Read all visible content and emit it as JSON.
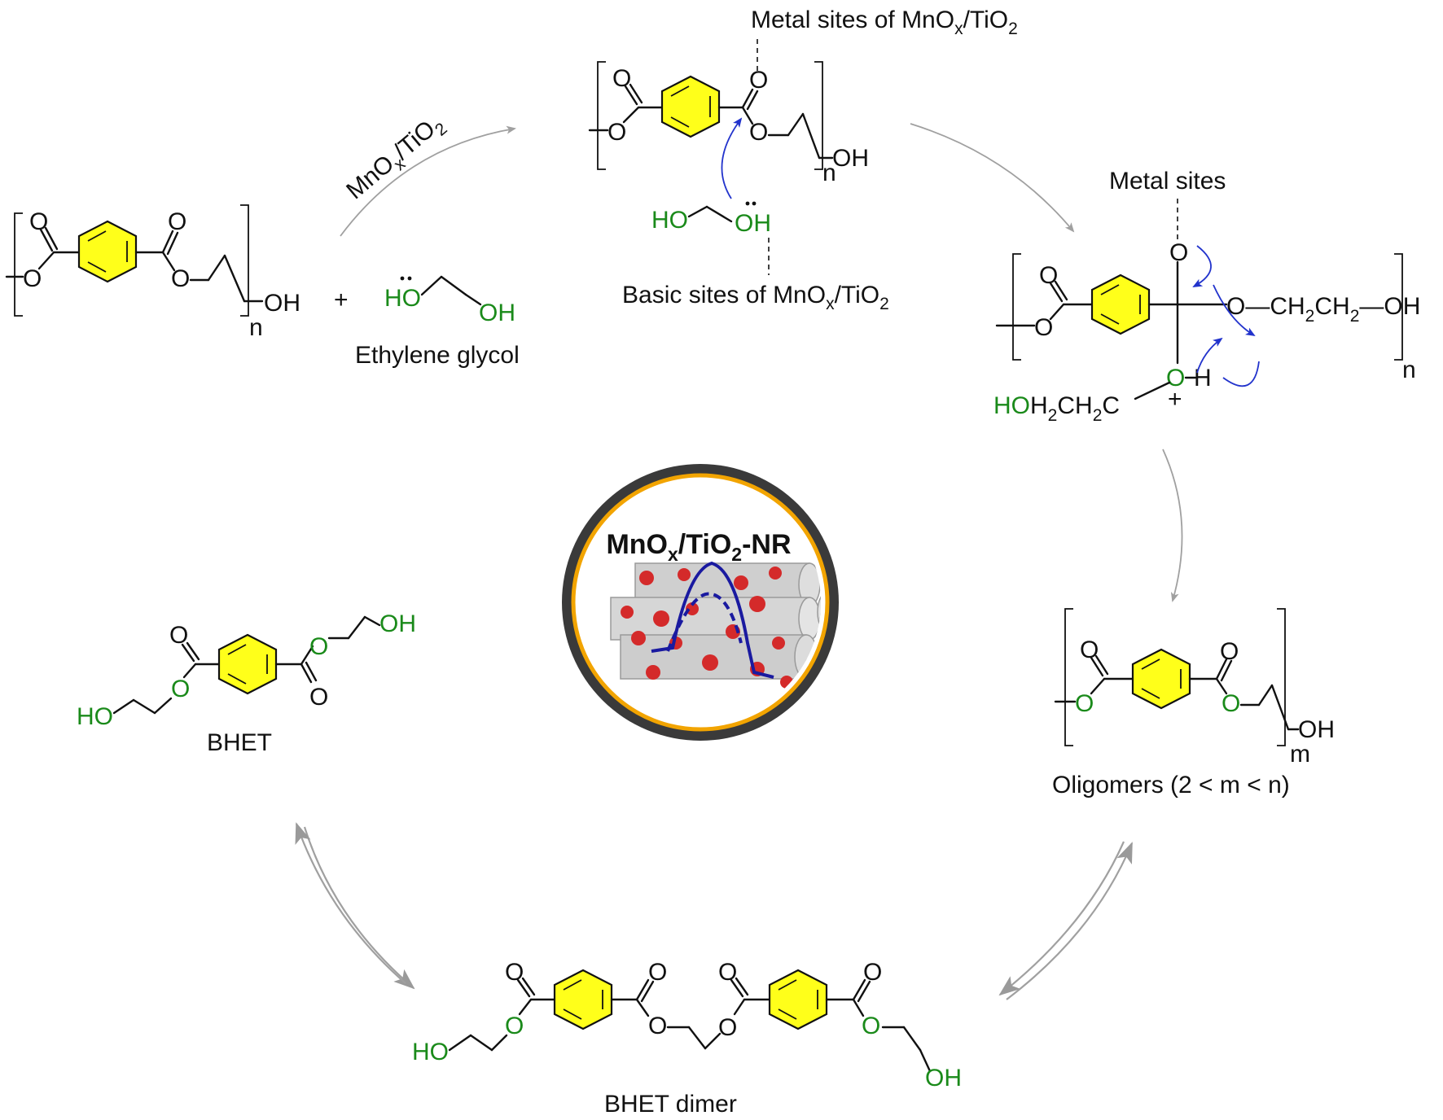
{
  "labels": {
    "metal_sites_top": [
      "Metal sites of MnO",
      "x",
      "/TiO",
      "2"
    ],
    "catalyst_arrow": [
      "MnO",
      "x",
      "/TiO",
      "2"
    ],
    "basic_sites": [
      "Basic sites of MnO",
      "x",
      "/TiO",
      "2"
    ],
    "metal_sites": "Metal sites",
    "ethylene_glycol": "Ethylene glycol",
    "bhet": "BHET",
    "bhet_dimer": "BHET dimer",
    "oligomers": "Oligomers (2 < m < n)",
    "catalyst_title": [
      "MnO",
      "x",
      "/TiO",
      "2",
      "-NR"
    ]
  },
  "atoms": {
    "O": "O",
    "OH": "OH",
    "HO": "HO",
    "H": "H",
    "n": "n",
    "m": "m",
    "plus": "+",
    "ch2ch2_chain": [
      "O—CH",
      "2",
      "CH",
      "2",
      "—OH"
    ],
    "hoch2ch2c": [
      "HO",
      "H",
      "2",
      "CH",
      "2",
      "C"
    ],
    "plus_charge": "+"
  },
  "colors": {
    "ring_fill": "#ffff1a",
    "green_atoms": "#1a8a1a",
    "mechanism_arrows": "#2233cc",
    "flow_arrows": "#a0a0a0",
    "badge_outer": "#3a3a3a",
    "badge_ring": "#f2a400",
    "particles": "#d42a2a"
  }
}
